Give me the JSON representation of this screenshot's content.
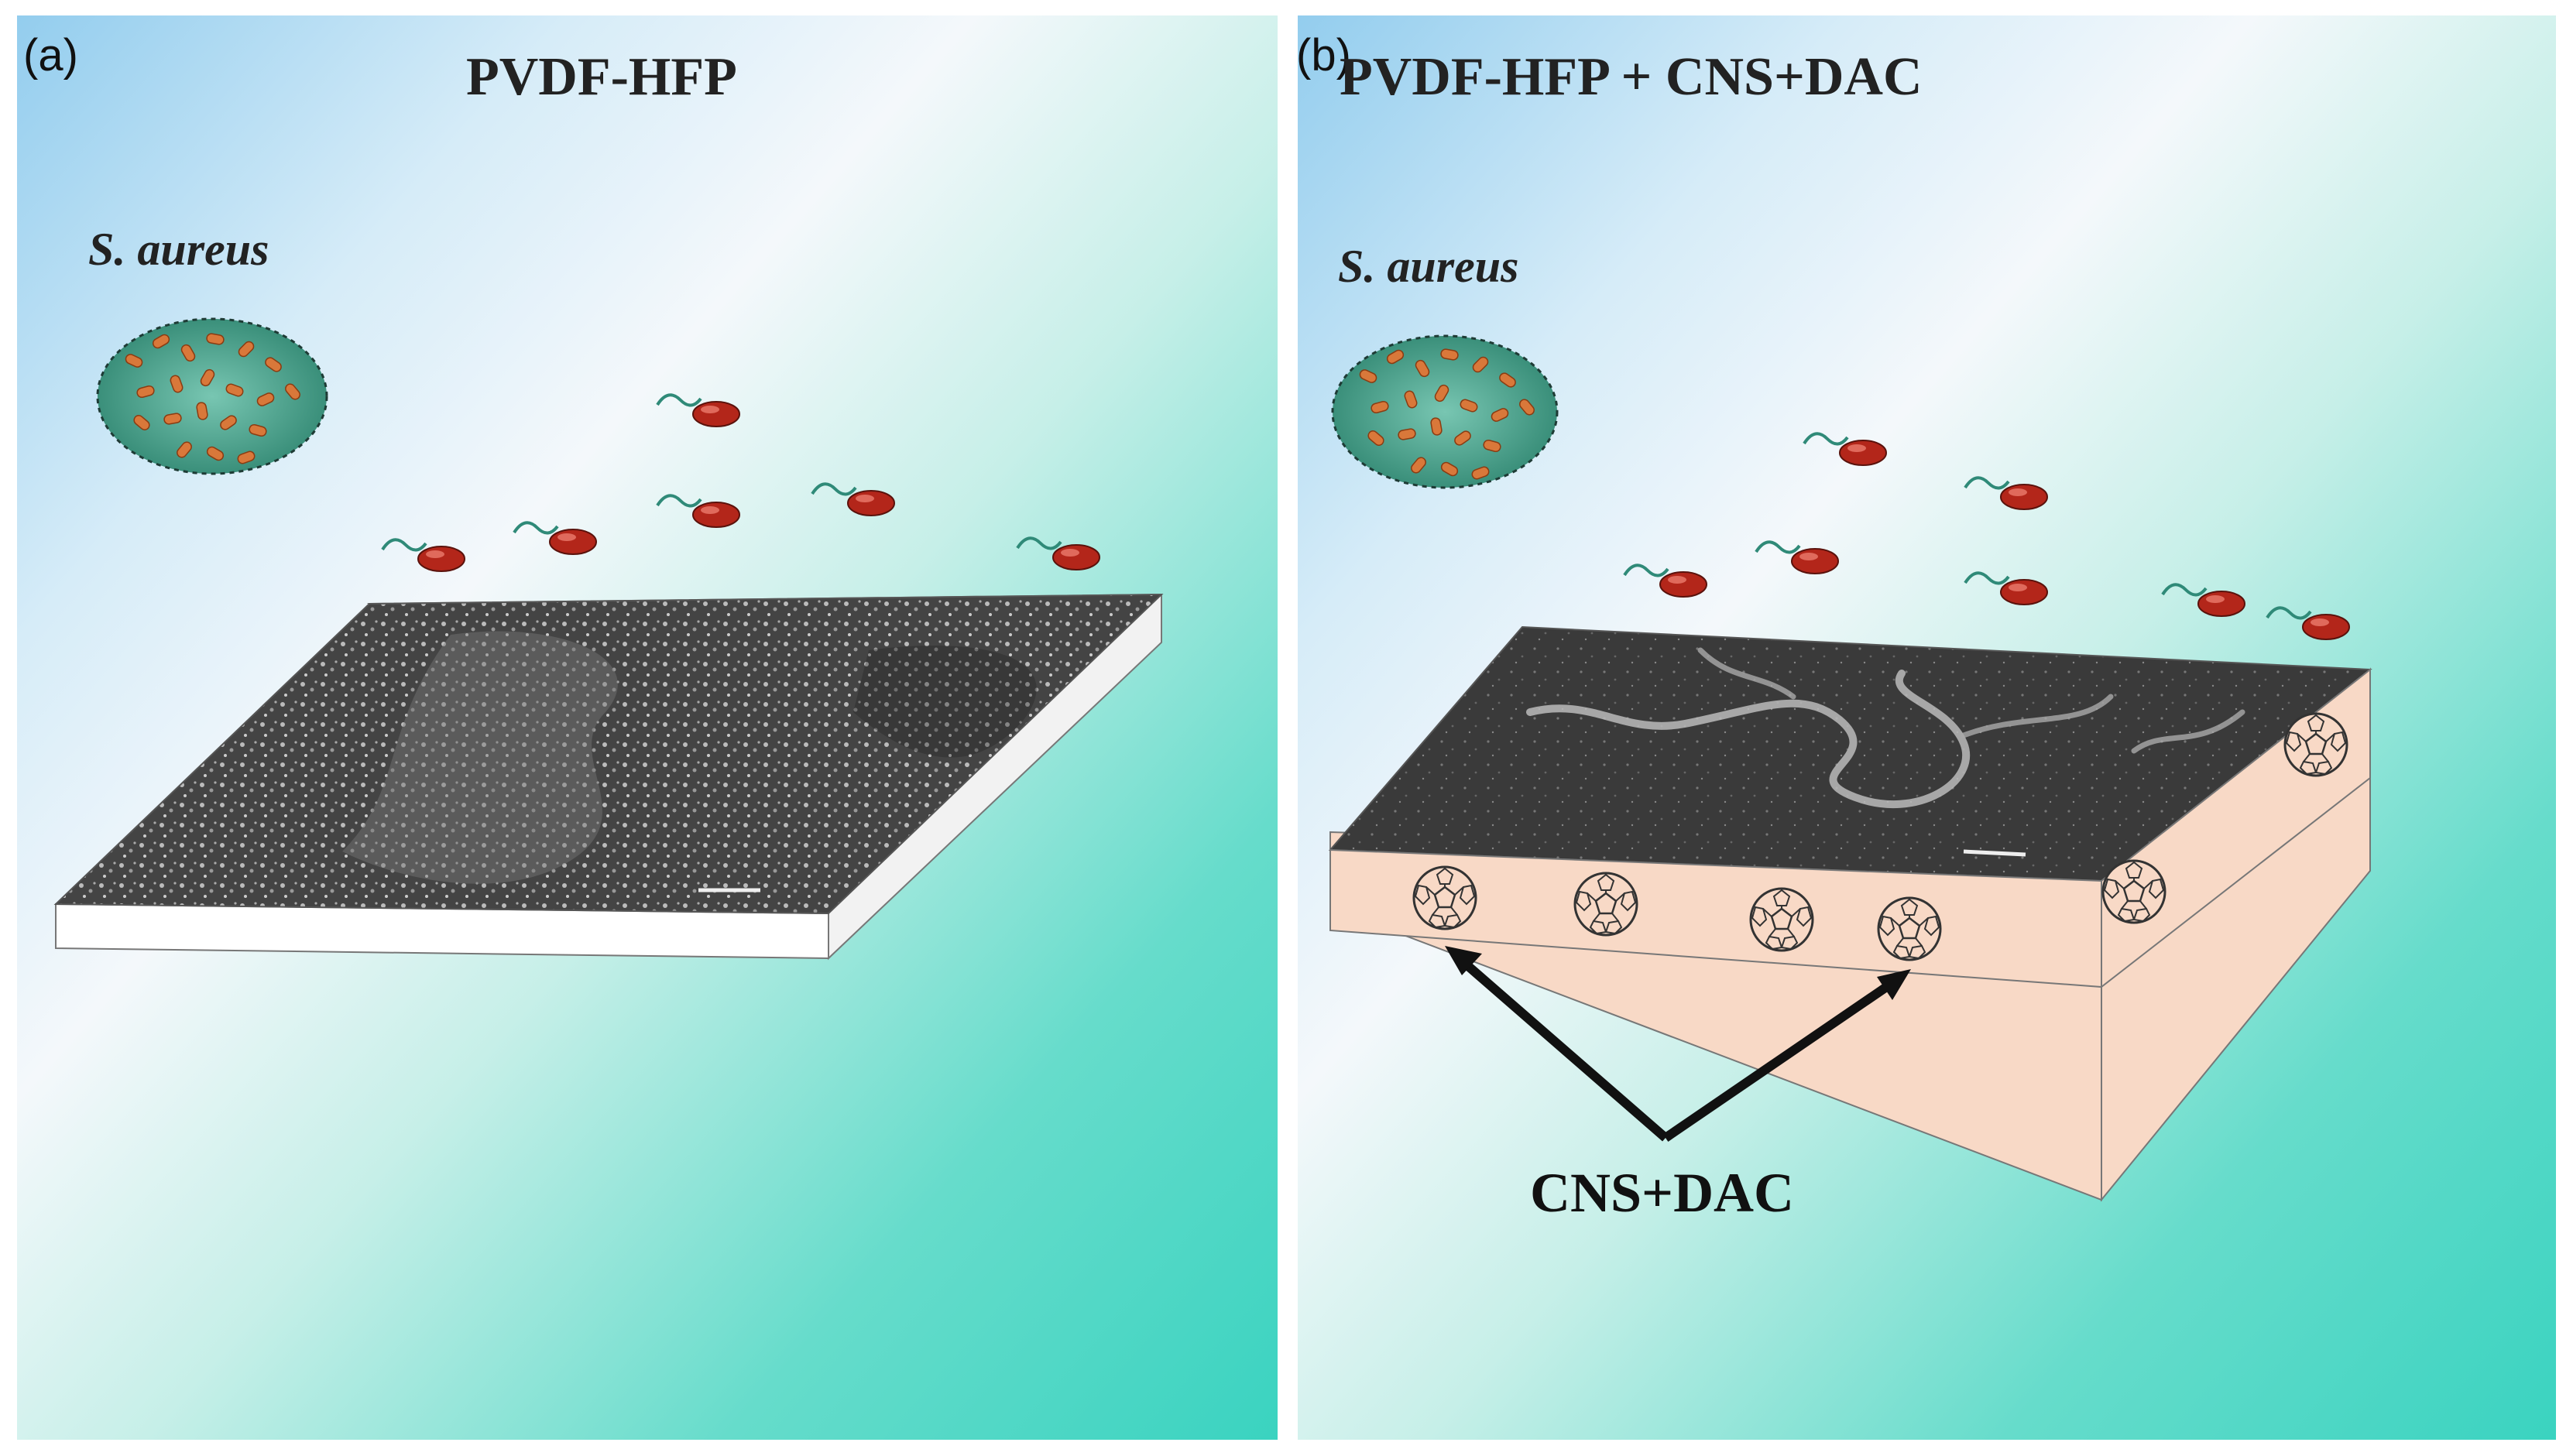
{
  "panels": [
    {
      "letter": "(a)",
      "title": "PVDF-HFP",
      "species_label": "S. aureus"
    },
    {
      "letter": "(b)",
      "title": "PVDF-HFP + CNS+DAC",
      "species_label": "S. aureus",
      "annotation": "CNS+DAC"
    }
  ],
  "colors": {
    "background_blue": "#9fd3f0",
    "background_teal": "#3fd6c2",
    "film_side_plain": "#ffffff",
    "film_side_doped": "#f8d9c6",
    "bacteria": "#b8261b",
    "colony_fill": "#4fa88f",
    "sem_surface": "#3c3c3c"
  },
  "icons": [
    "bacterium-icon",
    "bacteria-colony-icon",
    "fullerene-icon",
    "arrow-icon"
  ]
}
